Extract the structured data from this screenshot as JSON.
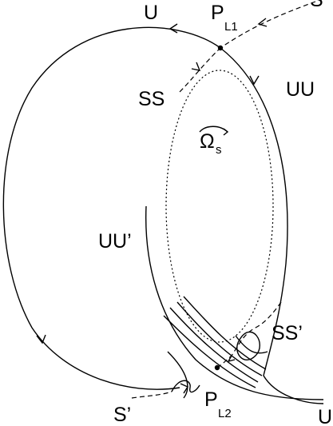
{
  "labels": {
    "u_top": "U",
    "s_top": "S",
    "pl1_main": "P",
    "pl1_sub": "L1",
    "ss": "SS",
    "uu": "UU",
    "omega_main": "Ω",
    "omega_sub": "s",
    "uu_prime": "UU’",
    "ss_prime": "SS’",
    "s_prime": "S’",
    "pl2_main": "P",
    "pl2_sub": "L2",
    "u_bottom": "U"
  }
}
